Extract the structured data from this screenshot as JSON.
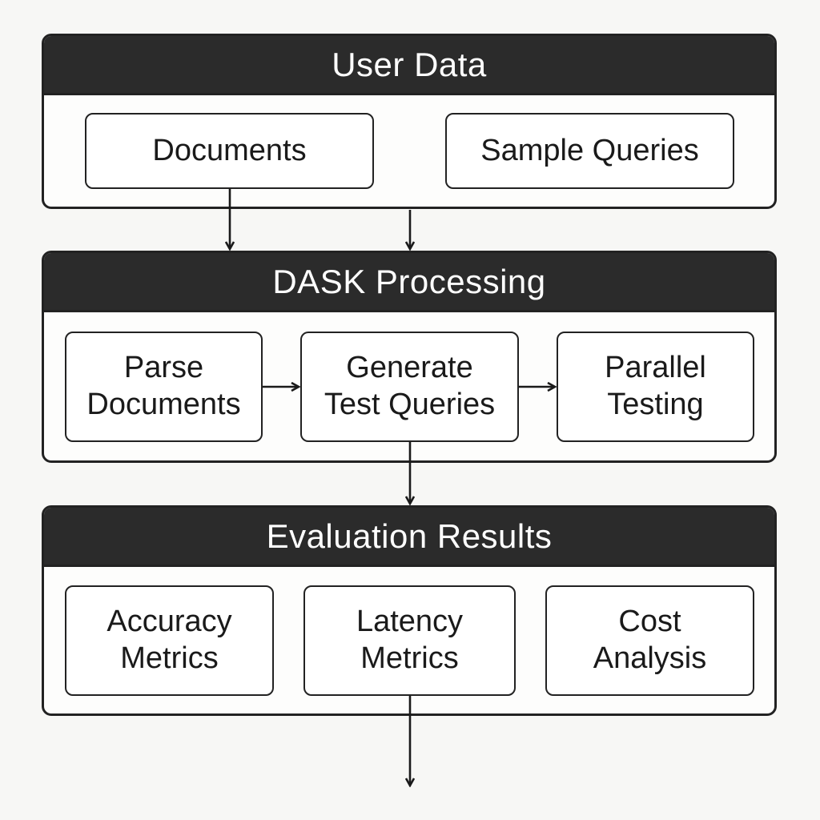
{
  "sections": {
    "user_data": {
      "title": "User Data",
      "nodes": {
        "documents": "Documents",
        "sample_queries": "Sample Queries"
      }
    },
    "dask_processing": {
      "title": "DASK Processing",
      "nodes": {
        "parse_documents": "Parse\nDocuments",
        "generate_test_queries": "Generate\nTest Queries",
        "parallel_testing": "Parallel\nTesting"
      }
    },
    "evaluation_results": {
      "title": "Evaluation Results",
      "nodes": {
        "accuracy_metrics": "Accuracy\nMetrics",
        "latency_metrics": "Latency\nMetrics",
        "cost_analysis": "Cost\nAnalysis"
      }
    }
  },
  "colors": {
    "header_bg": "#2b2b2b",
    "header_text": "#ffffff",
    "border": "#222222",
    "page_bg": "#f7f7f5"
  }
}
